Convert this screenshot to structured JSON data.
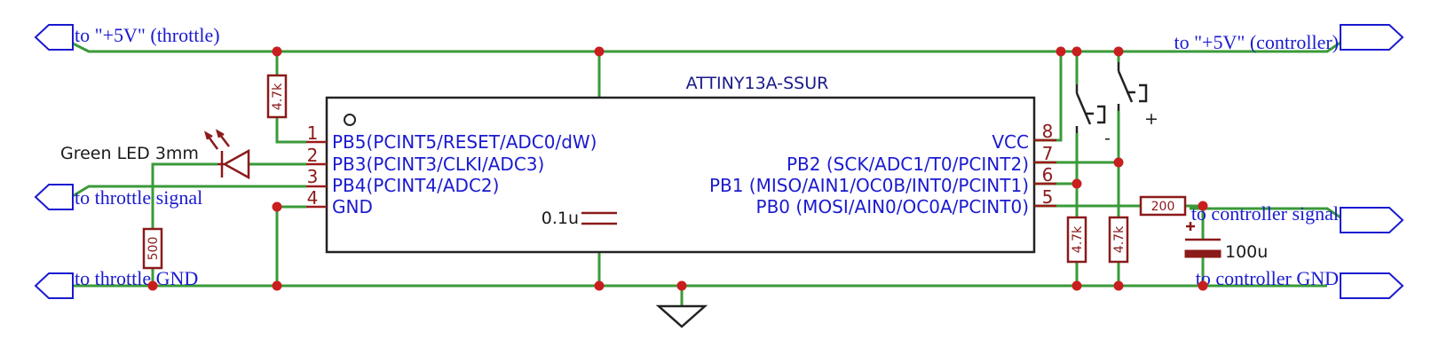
{
  "ports": {
    "p5v_throttle": "to \"+5V\" (throttle)",
    "p5v_controller": "to \"+5V\" (controller)",
    "throttle_signal": "to throttle signal",
    "throttle_gnd": "to throttle GND",
    "controller_signal": "to controller signal",
    "controller_gnd": "to controller GND"
  },
  "chip": {
    "title": "ATTINY13A-SSUR",
    "left_pins": [
      {
        "num": "1",
        "name": "PB5(PCINT5/RESET/ADC0/dW)"
      },
      {
        "num": "2",
        "name": "PB3(PCINT3/CLKI/ADC3)"
      },
      {
        "num": "3",
        "name": "PB4(PCINT4/ADC2)"
      },
      {
        "num": "4",
        "name": "GND"
      }
    ],
    "right_pins": [
      {
        "num": "8",
        "name": "VCC"
      },
      {
        "num": "7",
        "name": "PB2 (SCK/ADC1/T0/PCINT2)"
      },
      {
        "num": "6",
        "name": "PB1 (MISO/AIN1/OC0B/INT0/PCINT1)"
      },
      {
        "num": "5",
        "name": "PB0 (MOSI/AIN0/OC0A/PCINT0)"
      }
    ]
  },
  "components": {
    "r_pullup_pb5": "4.7k",
    "led_label": "Green LED 3mm",
    "r_led": "500",
    "cap_decoupling": "0.1u",
    "r_sw1": "4.7k",
    "r_sw2": "4.7k",
    "r_series": "200",
    "cap_bulk": "100u",
    "sw_minus": "-",
    "sw_plus": "+"
  },
  "icons": {
    "ground": "ground-symbol-icon",
    "led": "led-diode-icon",
    "switch": "switch-icon",
    "first_pin_marker": "pin1-dot-icon"
  },
  "colors": {
    "wire": "#3a9a3a",
    "component": "#8b1a1a",
    "pin_text": "#1a1ad0",
    "junction": "#c81e1e"
  }
}
